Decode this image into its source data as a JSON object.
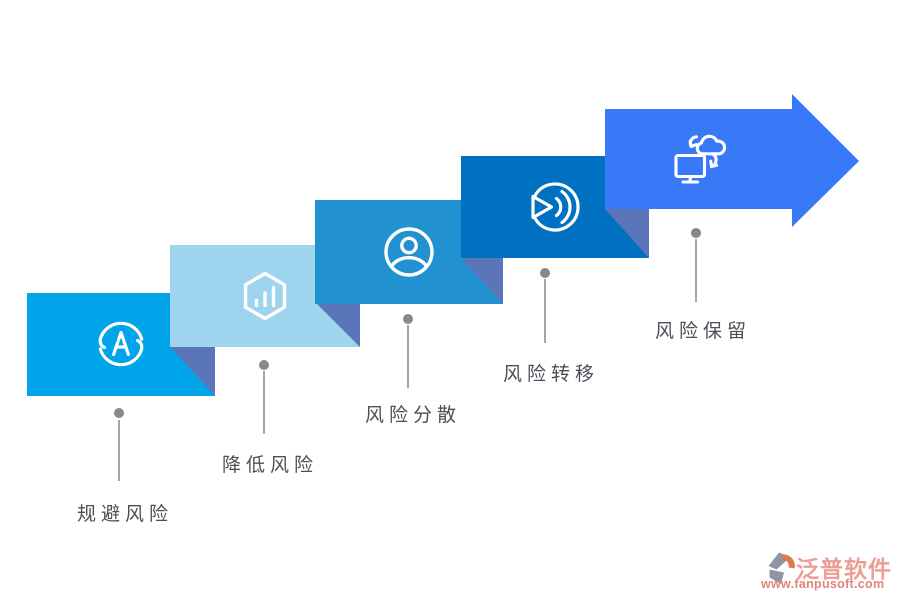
{
  "diagram": {
    "type": "ascending-step-arrow",
    "steps": [
      {
        "label": "规避风险",
        "color": "#00a5e9",
        "icon": "sync-a-icon"
      },
      {
        "label": "降低风险",
        "color": "#9ed4ee",
        "icon": "hexagon-bar-chart-icon"
      },
      {
        "label": "风险分散",
        "color": "#2192cf",
        "icon": "user-icon"
      },
      {
        "label": "风险转移",
        "color": "#0071c1",
        "icon": "pie-radar-icon"
      },
      {
        "label": "风险保留",
        "color": "#3779f7",
        "icon": "cloud-computer-sync-icon"
      }
    ]
  },
  "theme": {
    "background": "#ffffff",
    "fold_color": "#5b76b8",
    "connector_color": "#87888a",
    "label_color": "#4b5058",
    "icon_color": "#ffffff"
  },
  "watermark": {
    "brand": "泛普软件",
    "url": "www.fanpusoft.com",
    "brand_color": "#ec9e94",
    "url_color": "#e2837c",
    "logo_gray": "#9095a6",
    "logo_orange": "#dd7a4e"
  }
}
